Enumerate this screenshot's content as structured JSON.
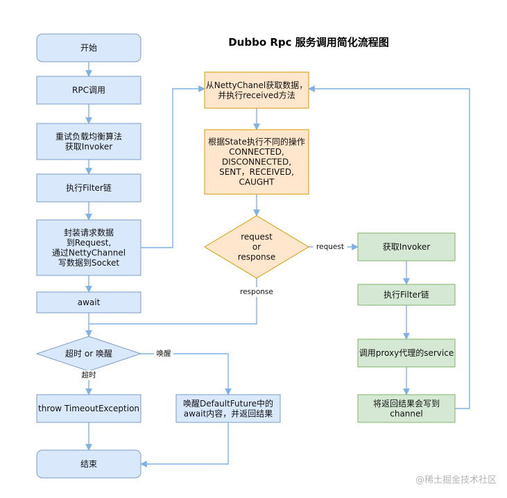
{
  "title": "Dubbo Rpc 服务调用简化流程图",
  "watermark": "@稀土掘金技术社区",
  "colors": {
    "blue_fill": "#dae8fc",
    "blue_stroke": "#7a9cc9",
    "orange_fill": "#ffe6cc",
    "orange_stroke": "#d79b00",
    "green_fill": "#d5e8d4",
    "green_stroke": "#82b366",
    "edge": "#7fb0e6"
  },
  "nodes": {
    "start": [
      "开始"
    ],
    "rpc_call": [
      "RPC调用"
    ],
    "retry_lb": [
      "重试负载均衡算法",
      "获取Invoker"
    ],
    "filter_chain_left": [
      "执行Filter链"
    ],
    "encode_request": [
      "封装请求数据",
      "到Request,",
      "通过NettyChannel",
      "写数据到Socket"
    ],
    "await": [
      "await"
    ],
    "timeout_or_wake": [
      "超时 or 唤醒"
    ],
    "throw_timeout": [
      "throw TimeoutException"
    ],
    "wake_future": [
      "唤醒DefaultFuture中的",
      "await内容，并返回结果"
    ],
    "end": [
      "结束"
    ],
    "read_netty": [
      "从NettyChanel获取数据，",
      "并执行received方法"
    ],
    "state_handle": [
      "根据State执行不同的操作",
      "CONNECTED,",
      "DISCONNECTED,",
      "SENT，RECEIVED,",
      "CAUGHT"
    ],
    "req_or_resp": [
      "request",
      "or",
      "response"
    ],
    "get_invoker": [
      "获取Invoker"
    ],
    "filter_chain_right": [
      "执行Filter链"
    ],
    "call_proxy": [
      "调用proxy代理的service"
    ],
    "write_channel": [
      "将返回结果会写到",
      "channel"
    ]
  },
  "edge_labels": {
    "request": "request",
    "response": "response",
    "wake": "唤醒",
    "timeout": "超时"
  }
}
